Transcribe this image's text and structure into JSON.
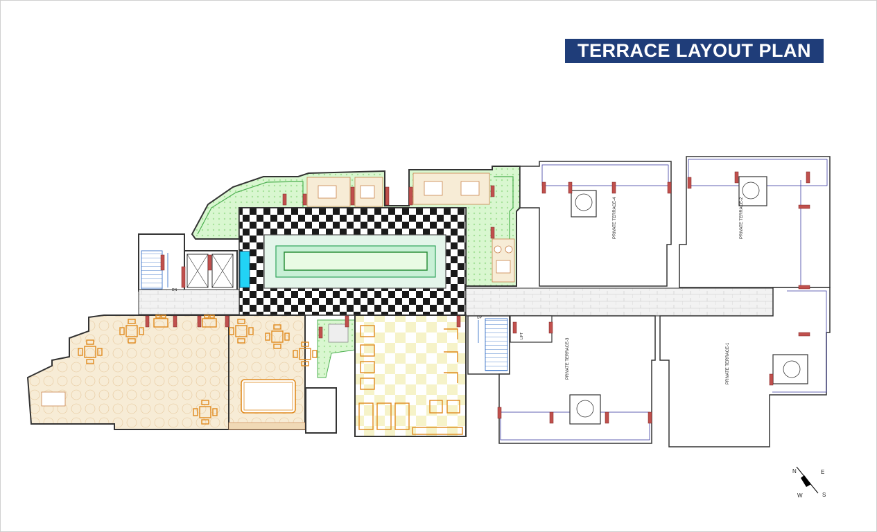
{
  "title": "TERRACE LAYOUT PLAN",
  "rooms": {
    "private_terrace_1": "PRIVATE TERRACE-1",
    "private_terrace_2": "PRIVATE TERRACE-2",
    "private_terrace_3": "PRIVATE TERRACE-3",
    "private_terrace_4": "PRIVATE TERRACE-4",
    "lift": "LIFT",
    "up": "UP",
    "dn": "DN"
  },
  "compass": {
    "n": "N",
    "e": "E",
    "s": "S",
    "w": "W"
  },
  "colors": {
    "title_bg": "#1f3d79",
    "wall": "#333333",
    "column": "#c0504d",
    "garden": "#9be79b",
    "checker": "#1a1a1a",
    "floor_tile": "#f5e9d0",
    "furniture": "#e08a1e",
    "pool": "#2fb0e8",
    "stair": "#2060c0",
    "boundary": "#3a3aa0"
  }
}
